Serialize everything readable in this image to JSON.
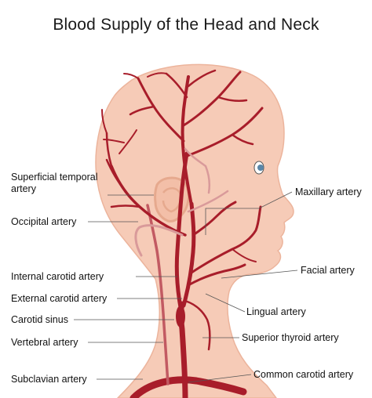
{
  "title": "Blood Supply of the Head and Neck",
  "colors": {
    "skin": "#f6cbb7",
    "skin_shadow": "#ecb49c",
    "artery": "#a81d2a",
    "artery_light": "#d99a9a",
    "leader": "#555555"
  },
  "labels": {
    "superficial_temporal": "Superficial temporal artery",
    "occipital": "Occipital artery",
    "internal_carotid": "Internal carotid artery",
    "external_carotid": "External carotid artery",
    "carotid_sinus": "Carotid sinus",
    "vertebral": "Vertebral artery",
    "subclavian": "Subclavian artery",
    "maxillary": "Maxillary artery",
    "facial": "Facial artery",
    "lingual": "Lingual artery",
    "superior_thyroid": "Superior thyroid artery",
    "common_carotid": "Common carotid artery"
  }
}
